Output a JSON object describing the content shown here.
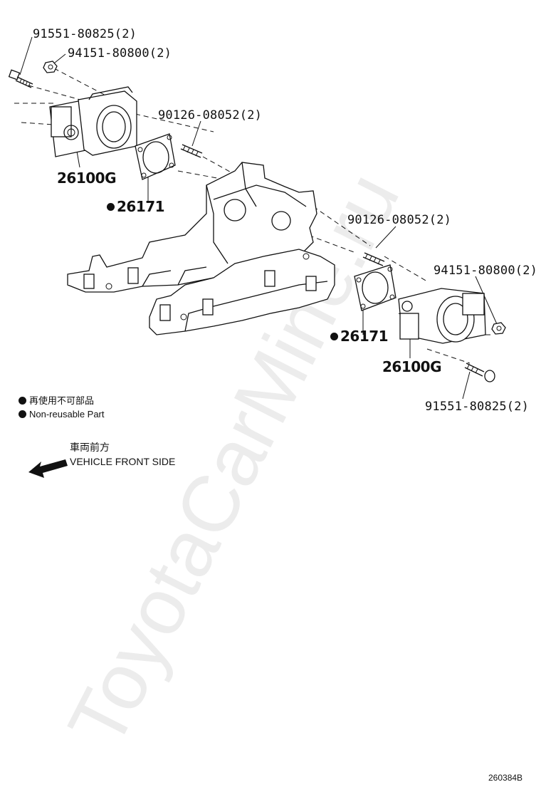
{
  "diagram": {
    "watermark": "ToyotaCarMine.ru",
    "drawing_code": "260384B",
    "callouts": {
      "bolt_left": "91551-80825(2)",
      "nut_left": "94151-80800(2)",
      "stud_left": "90126-08052(2)",
      "throttle_body_left": "26100G",
      "gasket_left": "26171",
      "stud_right": "90126-08052(2)",
      "nut_right": "94151-80800(2)",
      "gasket_right": "26171",
      "throttle_body_right": "26100G",
      "bolt_right": "91551-80825(2)"
    },
    "legend": {
      "jp": "再使用不可部品",
      "en": "Non-reusable Part"
    },
    "orientation": {
      "jp": "車両前方",
      "en": "VEHICLE FRONT SIDE"
    }
  }
}
